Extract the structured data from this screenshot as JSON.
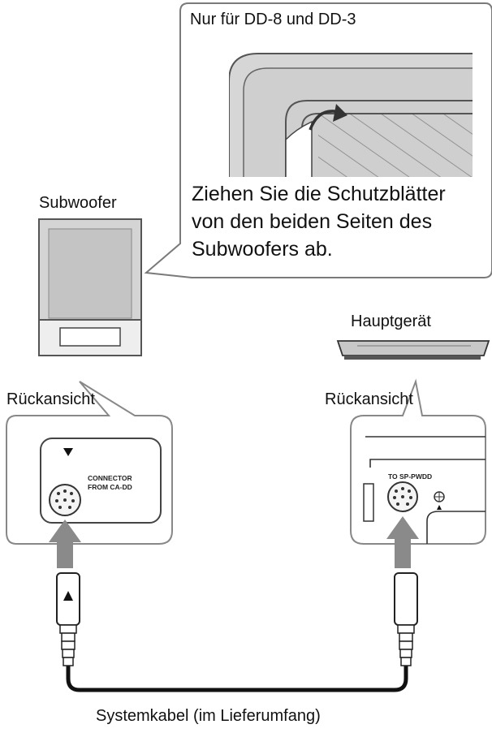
{
  "callout": {
    "title": "Nur für DD-8 und DD-3",
    "instruction_lines": [
      "Ziehen Sie die Schutzblätter",
      "von den beiden Seiten des",
      "Subwoofers ab."
    ]
  },
  "subwoofer": {
    "label": "Subwoofer",
    "rear_view_label": "Rückansicht",
    "connector_label_lines": [
      "CONNECTOR",
      "FROM CA-DD"
    ],
    "marker_icon": "triangle-down-icon"
  },
  "main_unit": {
    "label": "Hauptgerät",
    "rear_view_label": "Rückansicht",
    "connector_label": "TO SP-PWDD"
  },
  "cable": {
    "label": "Systemkabel (im Lieferumfang)",
    "plug_marker_icon": "triangle-up-icon"
  },
  "colors": {
    "outline": "#555555",
    "arrow": "#8a8a8a",
    "cable": "#111111",
    "subwoofer_body": "#d4d4d4"
  }
}
